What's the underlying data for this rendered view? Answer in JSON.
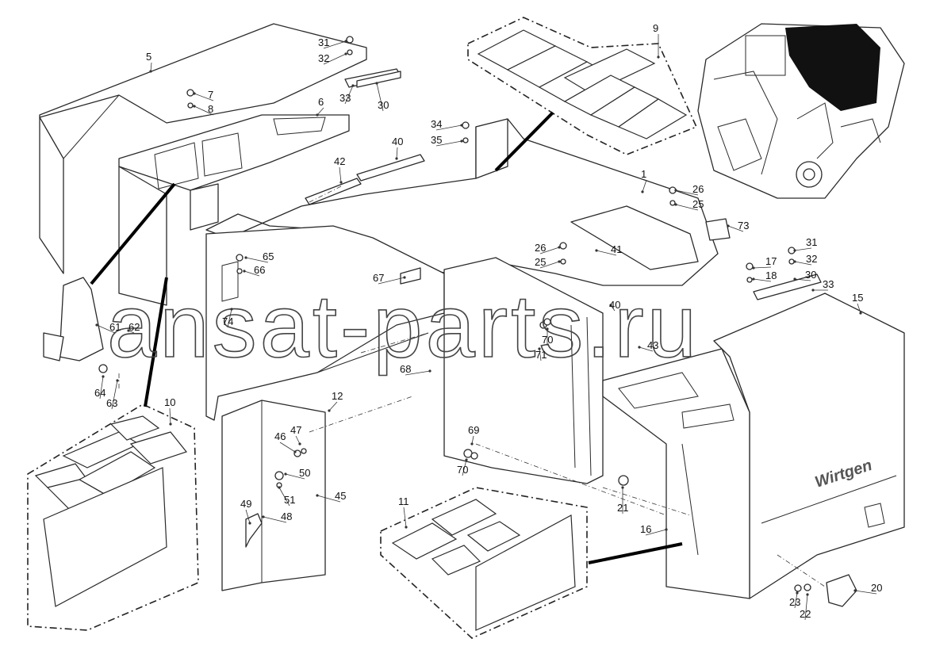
{
  "watermark": "ansat-parts.ru",
  "brand_mark": "Wirtgen",
  "callouts": [
    {
      "id": "c5",
      "label": "5"
    },
    {
      "id": "c31a",
      "label": "31"
    },
    {
      "id": "c32a",
      "label": "32"
    },
    {
      "id": "c7",
      "label": "7"
    },
    {
      "id": "c8",
      "label": "8"
    },
    {
      "id": "c6",
      "label": "6"
    },
    {
      "id": "c33a",
      "label": "33"
    },
    {
      "id": "c30a",
      "label": "30"
    },
    {
      "id": "c9",
      "label": "9"
    },
    {
      "id": "c34",
      "label": "34"
    },
    {
      "id": "c35",
      "label": "35"
    },
    {
      "id": "c40a",
      "label": "40"
    },
    {
      "id": "c42",
      "label": "42"
    },
    {
      "id": "c1",
      "label": "1"
    },
    {
      "id": "c26a",
      "label": "26"
    },
    {
      "id": "c25a",
      "label": "25"
    },
    {
      "id": "c73",
      "label": "73"
    },
    {
      "id": "c26b",
      "label": "26"
    },
    {
      "id": "c25b",
      "label": "25"
    },
    {
      "id": "c41",
      "label": "41"
    },
    {
      "id": "c65",
      "label": "65"
    },
    {
      "id": "c66",
      "label": "66"
    },
    {
      "id": "c67",
      "label": "67"
    },
    {
      "id": "c31b",
      "label": "31"
    },
    {
      "id": "c32b",
      "label": "32"
    },
    {
      "id": "c17",
      "label": "17"
    },
    {
      "id": "c18",
      "label": "18"
    },
    {
      "id": "c30b",
      "label": "30"
    },
    {
      "id": "c33b",
      "label": "33"
    },
    {
      "id": "c15",
      "label": "15"
    },
    {
      "id": "c74",
      "label": "74"
    },
    {
      "id": "c40b",
      "label": "40"
    },
    {
      "id": "c61",
      "label": "61"
    },
    {
      "id": "c62",
      "label": "62"
    },
    {
      "id": "c70a",
      "label": "70"
    },
    {
      "id": "c71",
      "label": "71"
    },
    {
      "id": "c43",
      "label": "43"
    },
    {
      "id": "c64",
      "label": "64"
    },
    {
      "id": "c63",
      "label": "63"
    },
    {
      "id": "c68",
      "label": "68"
    },
    {
      "id": "c10",
      "label": "10"
    },
    {
      "id": "c12",
      "label": "12"
    },
    {
      "id": "c47",
      "label": "47"
    },
    {
      "id": "c46",
      "label": "46"
    },
    {
      "id": "c69",
      "label": "69"
    },
    {
      "id": "c70b",
      "label": "70"
    },
    {
      "id": "c50",
      "label": "50"
    },
    {
      "id": "c45",
      "label": "45"
    },
    {
      "id": "c51",
      "label": "51"
    },
    {
      "id": "c49",
      "label": "49"
    },
    {
      "id": "c48",
      "label": "48"
    },
    {
      "id": "c11",
      "label": "11"
    },
    {
      "id": "c21",
      "label": "21"
    },
    {
      "id": "c16",
      "label": "16"
    },
    {
      "id": "c20",
      "label": "20"
    },
    {
      "id": "c23",
      "label": "23"
    },
    {
      "id": "c22",
      "label": "22"
    }
  ]
}
